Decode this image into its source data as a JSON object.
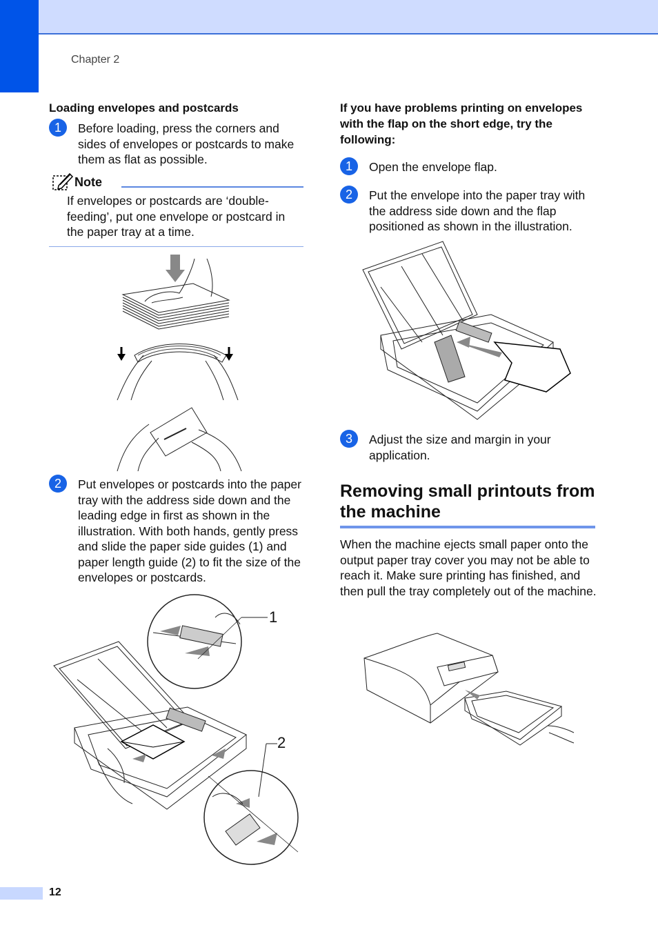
{
  "header": {
    "chapter": "Chapter 2"
  },
  "page_number": "12",
  "left": {
    "title": "Loading envelopes and postcards",
    "step1": {
      "num": "1",
      "text": "Before loading, press the corners and sides of envelopes or postcards to make them as flat as possible."
    },
    "note": {
      "title": "Note",
      "text": "If envelopes or postcards are ‘double-feeding’, put one envelope or postcard in the paper tray at a time."
    },
    "step2": {
      "num": "2",
      "text": "Put envelopes or postcards into the paper tray with the address side down and the leading edge in first as shown in the illustration. With both hands, gently press and slide the paper side guides (1) and paper length guide (2) to fit the size of the envelopes or postcards."
    },
    "callout1": "1",
    "callout2": "2"
  },
  "right": {
    "title": "If you have problems printing on envelopes with the flap on the short edge, try the following:",
    "step1": {
      "num": "1",
      "text": "Open the envelope flap."
    },
    "step2": {
      "num": "2",
      "text": "Put the envelope into the paper tray with the address side down and the flap positioned as shown in the illustration."
    },
    "step3": {
      "num": "3",
      "text": "Adjust the size and margin in your application."
    },
    "heading": "Removing small printouts from the machine",
    "paragraph": "When the machine ejects small paper onto the output paper tray cover you may not be able to reach it. Make sure printing has finished, and then pull the tray completely out of the machine."
  },
  "colors": {
    "accent": "#1863e6",
    "header_bg": "#cfdcff",
    "tab": "#0054e8"
  }
}
